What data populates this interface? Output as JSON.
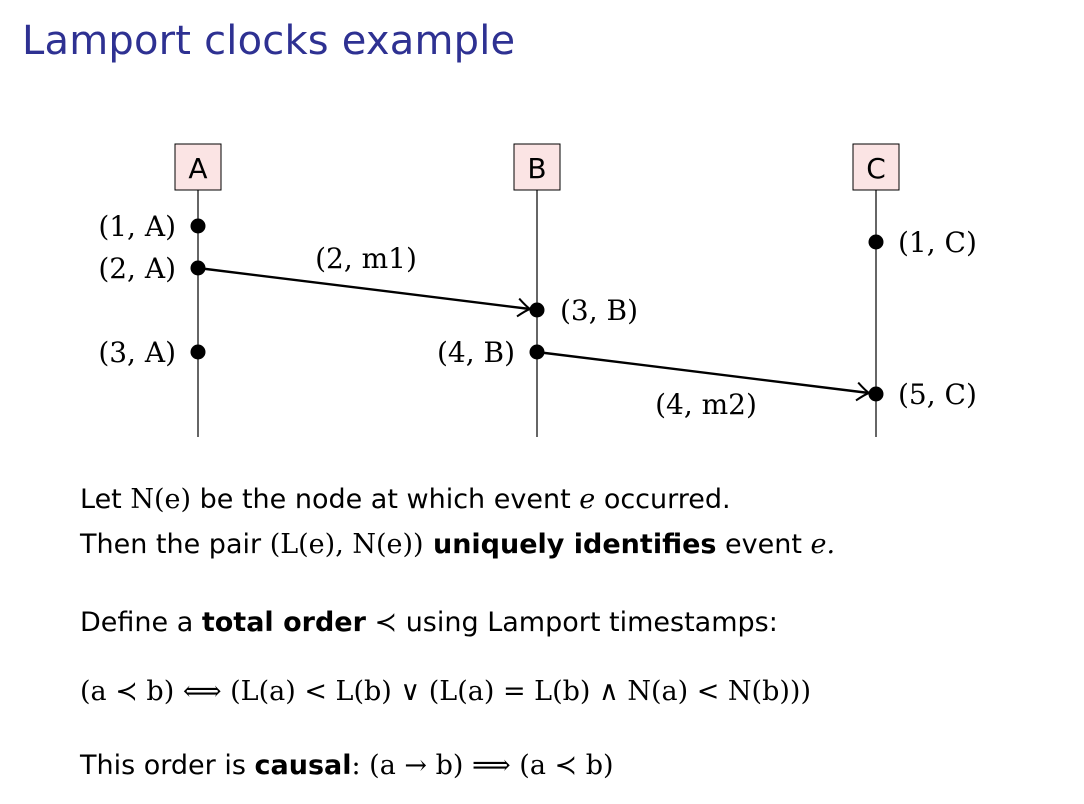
{
  "title": "Lamport clocks example",
  "colors": {
    "title": "#2e3192",
    "node_box_fill": "#fbe4e4"
  },
  "nodes": [
    "A",
    "B",
    "C"
  ],
  "events": [
    {
      "node": "A",
      "label": "(1, A)",
      "timestamp": 1
    },
    {
      "node": "A",
      "label": "(2, A)",
      "timestamp": 2
    },
    {
      "node": "A",
      "label": "(3, A)",
      "timestamp": 3
    },
    {
      "node": "B",
      "label": "(3, B)",
      "timestamp": 3
    },
    {
      "node": "B",
      "label": "(4, B)",
      "timestamp": 4
    },
    {
      "node": "C",
      "label": "(1, C)",
      "timestamp": 1
    },
    {
      "node": "C",
      "label": "(5, C)",
      "timestamp": 5
    }
  ],
  "messages": [
    {
      "from": "(2, A)",
      "to": "(3, B)",
      "label": "(2, m1)"
    },
    {
      "from": "(4, B)",
      "to": "(5, C)",
      "label": "(4, m2)"
    }
  ],
  "text": {
    "line1_a": "Let ",
    "line1_b": "N(e)",
    "line1_c": " be the node at which event ",
    "line1_d": "e",
    "line1_e": " occurred.",
    "line2_a": "Then the pair ",
    "line2_b": "(L(e), N(e))",
    "line2_c": " uniquely identifies",
    "line2_d": " event ",
    "line2_e": "e.",
    "line3_a": "Define a ",
    "line3_b": "total order",
    "line3_c": " ≺ using Lamport timestamps:",
    "line4": "(a ≺ b) ⟺ (L(a) < L(b) ∨ (L(a) = L(b) ∧ N(a) < N(b)))",
    "line5_a": "This order is ",
    "line5_b": "causal",
    "line5_c": ":  (a → b) ⟹ (a ≺ b)"
  }
}
